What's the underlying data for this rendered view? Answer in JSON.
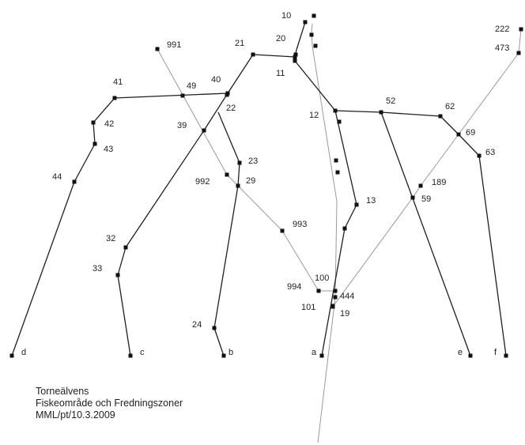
{
  "colors": {
    "dark_line": "#1f1f1f",
    "light_line": "#9a9a9a",
    "point": "#111111",
    "label": "#222222"
  },
  "points": [
    {
      "id": "10",
      "label": "10"
    },
    {
      "id": "20",
      "label": "20"
    },
    {
      "id": "21",
      "label": "21"
    },
    {
      "id": "11",
      "label": "11"
    },
    {
      "id": "12",
      "label": "12"
    },
    {
      "id": "13",
      "label": "13"
    },
    {
      "id": "22",
      "label": "22"
    },
    {
      "id": "23",
      "label": "23"
    },
    {
      "id": "29",
      "label": "29"
    },
    {
      "id": "24",
      "label": "24"
    },
    {
      "id": "39",
      "label": "39"
    },
    {
      "id": "32",
      "label": "32"
    },
    {
      "id": "33",
      "label": "33"
    },
    {
      "id": "40",
      "label": "40"
    },
    {
      "id": "41",
      "label": "41"
    },
    {
      "id": "42",
      "label": "42"
    },
    {
      "id": "43",
      "label": "43"
    },
    {
      "id": "44",
      "label": "44"
    },
    {
      "id": "49",
      "label": "49"
    },
    {
      "id": "52",
      "label": "52"
    },
    {
      "id": "62",
      "label": "62"
    },
    {
      "id": "69",
      "label": "69"
    },
    {
      "id": "63",
      "label": "63"
    },
    {
      "id": "59",
      "label": "59"
    },
    {
      "id": "189",
      "label": "189"
    },
    {
      "id": "991",
      "label": "991"
    },
    {
      "id": "992",
      "label": "992"
    },
    {
      "id": "993",
      "label": "993"
    },
    {
      "id": "994",
      "label": "994"
    },
    {
      "id": "100",
      "label": "100"
    },
    {
      "id": "101",
      "label": "101"
    },
    {
      "id": "19",
      "label": "19"
    },
    {
      "id": "444",
      "label": "444"
    },
    {
      "id": "222",
      "label": "222"
    },
    {
      "id": "473",
      "label": "473"
    },
    {
      "id": "a",
      "label": "a"
    },
    {
      "id": "b",
      "label": "b"
    },
    {
      "id": "c",
      "label": "c"
    },
    {
      "id": "d",
      "label": "d"
    },
    {
      "id": "e",
      "label": "e"
    },
    {
      "id": "f",
      "label": "f"
    }
  ],
  "caption": {
    "line1": "Torneälvens",
    "line2": "Fiskeområde och Fredningszoner",
    "line3": "MML/pt/10.3.2009"
  }
}
